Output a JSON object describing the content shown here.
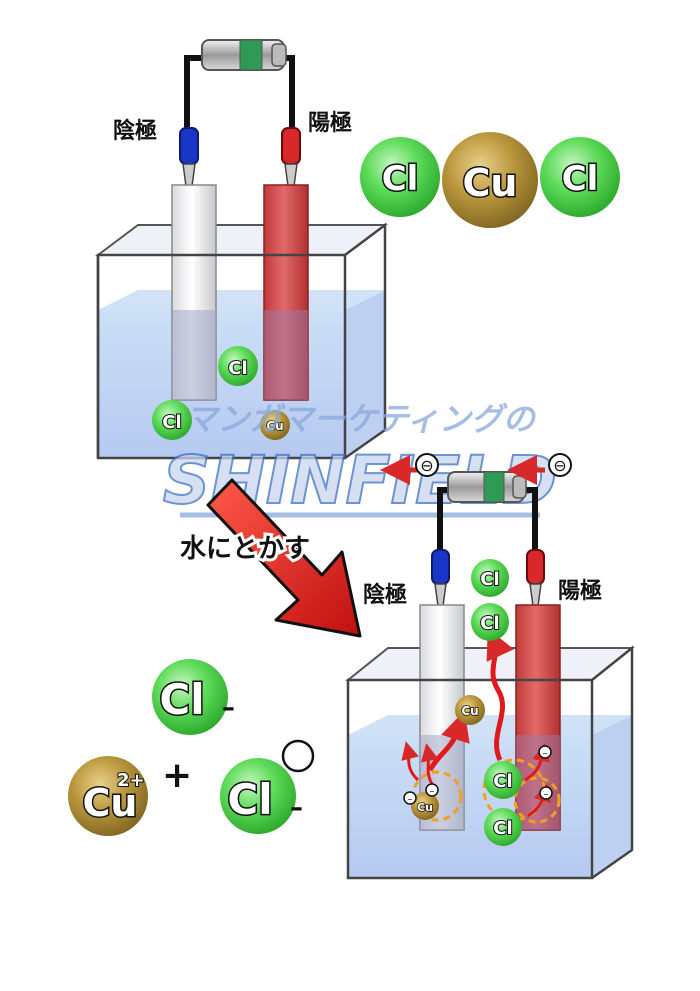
{
  "top": {
    "cathode_label": "陰極",
    "anode_label": "陽極",
    "molecule": [
      "Cl",
      "Cu",
      "Cl"
    ],
    "solution_ions": {
      "cl_1": "Cl",
      "cl_2": "Cl",
      "cu": "Cu"
    }
  },
  "watermark": {
    "line1": "マンガマーケティングの",
    "line2": "SHINFIELD"
  },
  "arrow_label": "水にとかす",
  "ions": {
    "cl_a": "Cl",
    "cl_a_charge": "–",
    "cu": "Cu",
    "cu_charge": "2+",
    "cl_b": "Cl",
    "cl_b_charge": "–"
  },
  "bottom": {
    "cathode_label": "陰極",
    "anode_label": "陽極",
    "electron_symbol": "⊖",
    "gas": {
      "cl_1": "Cl",
      "cl_2": "Cl"
    },
    "cu_rising": "Cu",
    "cu_deposit": "Cu",
    "cl_solution_1": "Cl",
    "cl_solution_2": "Cl",
    "electron_small": "–"
  },
  "colors": {
    "cl_green": "#4fd64f",
    "cu_gold": "#b8953a",
    "cathode_blue": "#1a36c8",
    "anode_red": "#d8282a",
    "big_arrow_red": "#e02020",
    "water_blue": "#b9cff2",
    "watermark_blue": "#3b6fc4",
    "watermark_red": "#d23a3a"
  },
  "icons": [
    "battery-icon",
    "clip-icon",
    "electron-icon",
    "arrow-icon"
  ]
}
